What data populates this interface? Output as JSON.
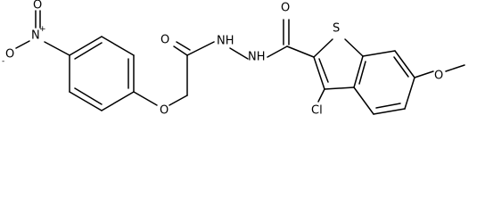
{
  "atoms": {
    "nitro_n": "N",
    "nitro_o_top": "O",
    "nitro_o_left": "O",
    "nitro_n_charge": "+",
    "nitro_o_charge": "-",
    "ether_o": "O",
    "amide_o_left": "O",
    "nh_left": "NH",
    "nh_right": "NH",
    "amide_o_right": "O",
    "thiophene_s": "S",
    "chloro": "Cl",
    "methoxy_o": "O"
  },
  "colors": {
    "ink": "#000000",
    "background": "#ffffff"
  }
}
